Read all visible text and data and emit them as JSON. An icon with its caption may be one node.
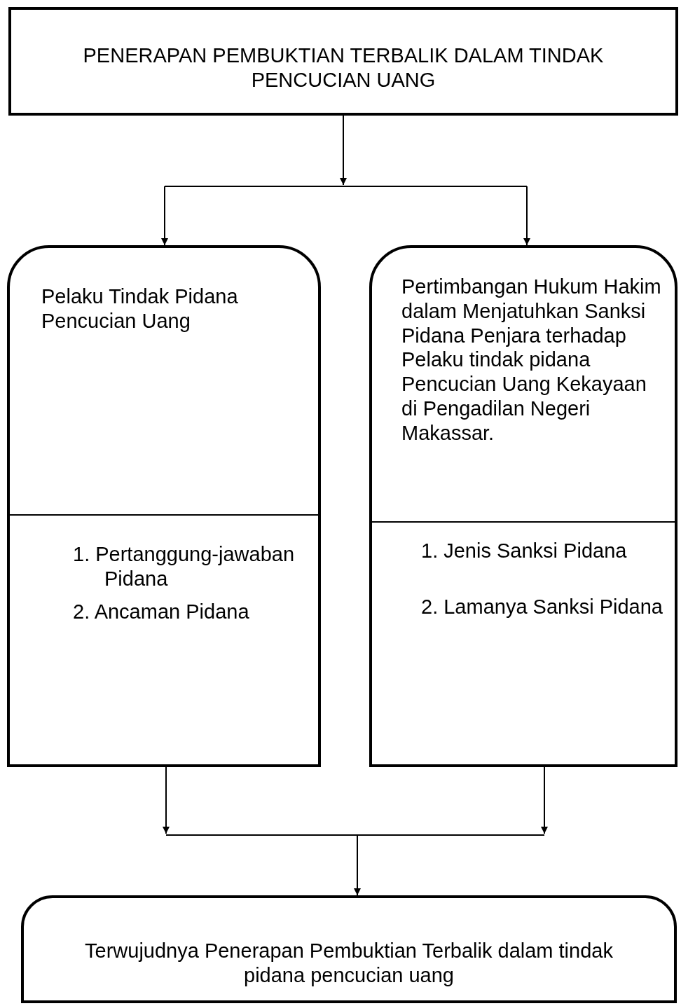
{
  "diagram": {
    "nodes": [
      {
        "text": [
          "PENERAPAN PEMBUKTIAN TERBALIK DALAM TINDAK PENCUCIAN UANG"
        ]
      },
      {
        "text": [
          "Pelaku Tindak Pidana Pencucian Uang",
          "1. Pertanggung-jawaban Pidana",
          "2. Ancaman Pidana"
        ]
      },
      {
        "text": [
          "Pertimbangan Hukum Hakim dalam Menjatuhkan Sanksi Pidana Penjara terhadap Pelaku tindak pidana Pencucian Uang Kekayaan di Pengadilan Negeri Makassar.",
          "1. Jenis Sanksi Pidana",
          "2. Lamanya Sanksi Pidana"
        ]
      },
      {
        "text": [
          "Terwujudnya Penerapan Pembuktian Terbalik dalam tindak pidana pencucian uang"
        ]
      }
    ],
    "edges": [
      {
        "from": 0,
        "to": 1,
        "arrow": "to"
      },
      {
        "from": 0,
        "to": 2,
        "arrow": "to"
      },
      {
        "from": 1,
        "to": 3,
        "arrow": "to"
      },
      {
        "from": 2,
        "to": 3,
        "arrow": "to"
      }
    ]
  }
}
